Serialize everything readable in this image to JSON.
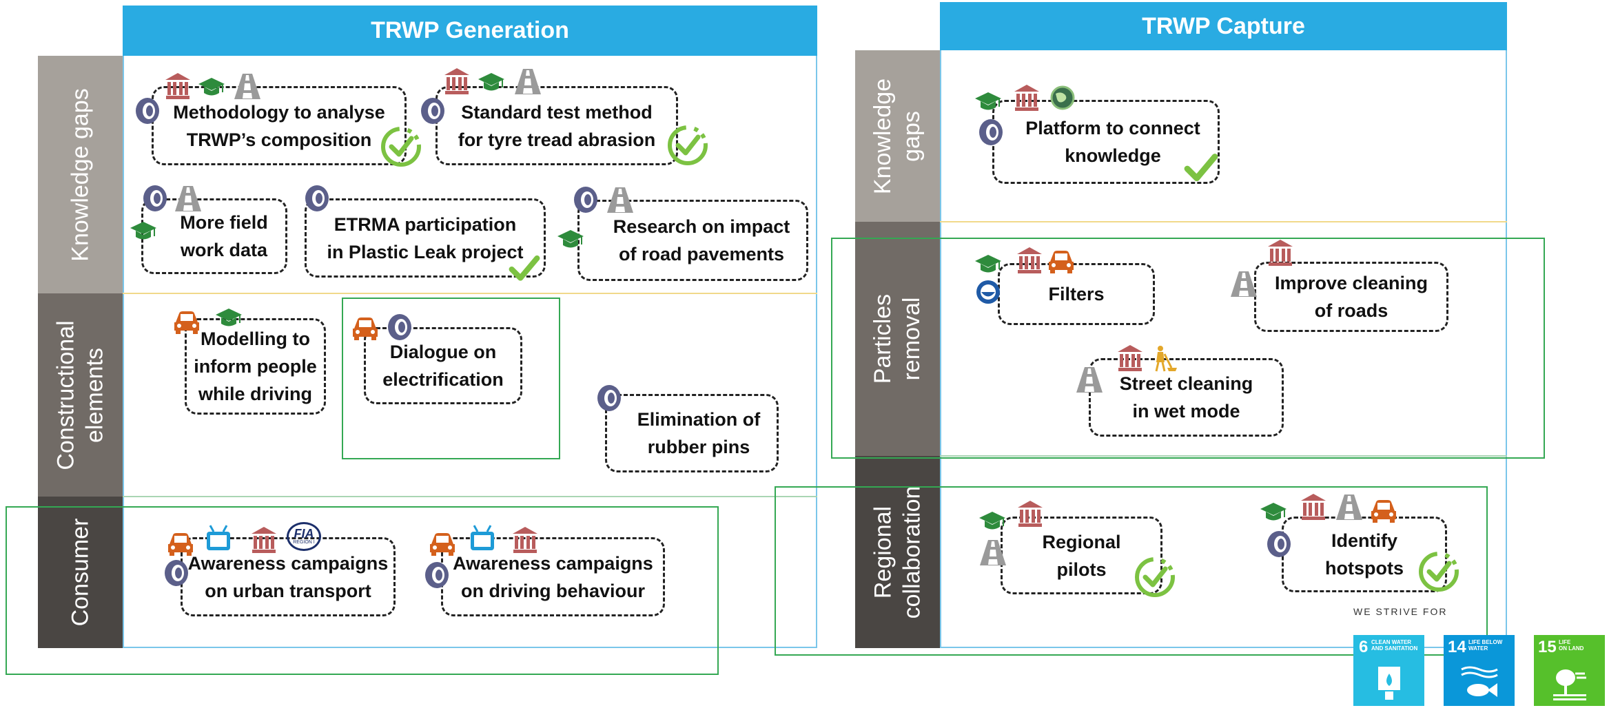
{
  "generation": {
    "title": "TRWP Generation",
    "rows": {
      "knowledge_gaps": "Knowledge gaps",
      "constructional": "Constructional\nelements",
      "consumer": "Consumer"
    },
    "boxes": {
      "methodology": "Methodology to analyse\nTRWP’s composition",
      "standard_test": "Standard test method\nfor tyre tread abrasion",
      "field_work": "More field\nwork data",
      "etrma": "ETRMA participation\nin Plastic Leak project",
      "research_road": "Research on impact\nof road pavements",
      "modelling": "Modelling to\ninform people\nwhile driving",
      "dialogue": "Dialogue on\nelectrification",
      "elimination": "Elimination of\nrubber pins",
      "awareness_urban": "Awareness campaigns\non urban transport",
      "awareness_driving": "Awareness campaigns\non driving behaviour"
    },
    "fia_label": "FIA",
    "fia_sub": "REGION I"
  },
  "capture": {
    "title": "TRWP Capture",
    "rows": {
      "knowledge_gaps": "Knowledge\ngaps",
      "particles": "Particles\nremoval",
      "regional": "Regional\ncollaboration"
    },
    "boxes": {
      "platform": "Platform to connect\nknowledge",
      "filters": "Filters",
      "improve_cleaning": "Improve cleaning\nof roads",
      "street_cleaning": "Street cleaning\nin wet mode",
      "regional_pilots": "Regional\npilots",
      "hotspots": "Identify\nhotspots"
    }
  },
  "sdg": {
    "strive": "WE STRIVE FOR",
    "goals": [
      {
        "num": "6",
        "label": "CLEAN WATER\nAND SANITATION",
        "color": "#26bde2"
      },
      {
        "num": "14",
        "label": "LIFE BELOW\nWATER",
        "color": "#0a97d9"
      },
      {
        "num": "15",
        "label": "LIFE\nON LAND",
        "color": "#56c02b"
      }
    ]
  },
  "colors": {
    "header": "#29abe2",
    "row_dark_1": "#a6a19b",
    "row_dark_2": "#716b66",
    "row_dark_3": "#4a4643",
    "highlight_green": "#34a853",
    "check_green": "#7cc242",
    "car_orange": "#d4601c",
    "gov_red": "#b85c5c",
    "cap_green": "#2e8b3c",
    "tv_blue": "#1e9bd7",
    "tyre_purple": "#5b5f8a",
    "road_gray": "#9a9a9a"
  }
}
